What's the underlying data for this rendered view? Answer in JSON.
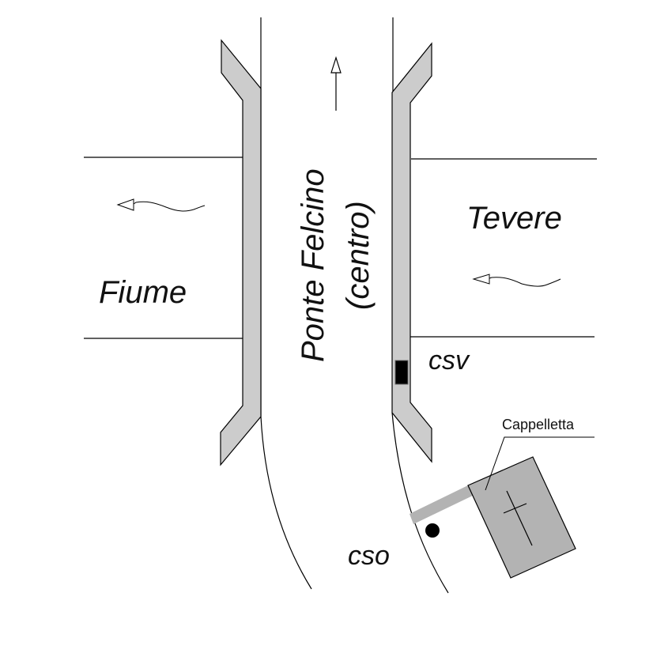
{
  "title": "Ponte Felcino schematic map",
  "labels": {
    "river_left": "Fiume",
    "river_right": "Tevere",
    "road_name": "Ponte Felcino",
    "road_sub": "(centro)",
    "csv": "csv",
    "cso": "cso",
    "chapel": "Cappelletta"
  },
  "colors": {
    "wall_fill": "#cccccc",
    "chapel_fill": "#b3b3b3",
    "path_fill": "#b3b3b3",
    "line": "#000000",
    "marker": "#000000"
  },
  "icons": {
    "traffic_direction": "arrow-up-icon",
    "river_flow_left": "wavy-arrow-left-icon",
    "river_flow_right": "wavy-arrow-left-icon",
    "csv_marker": "black-rectangle-marker",
    "cso_marker": "black-dot-marker",
    "chapel_symbol": "cross-icon"
  }
}
